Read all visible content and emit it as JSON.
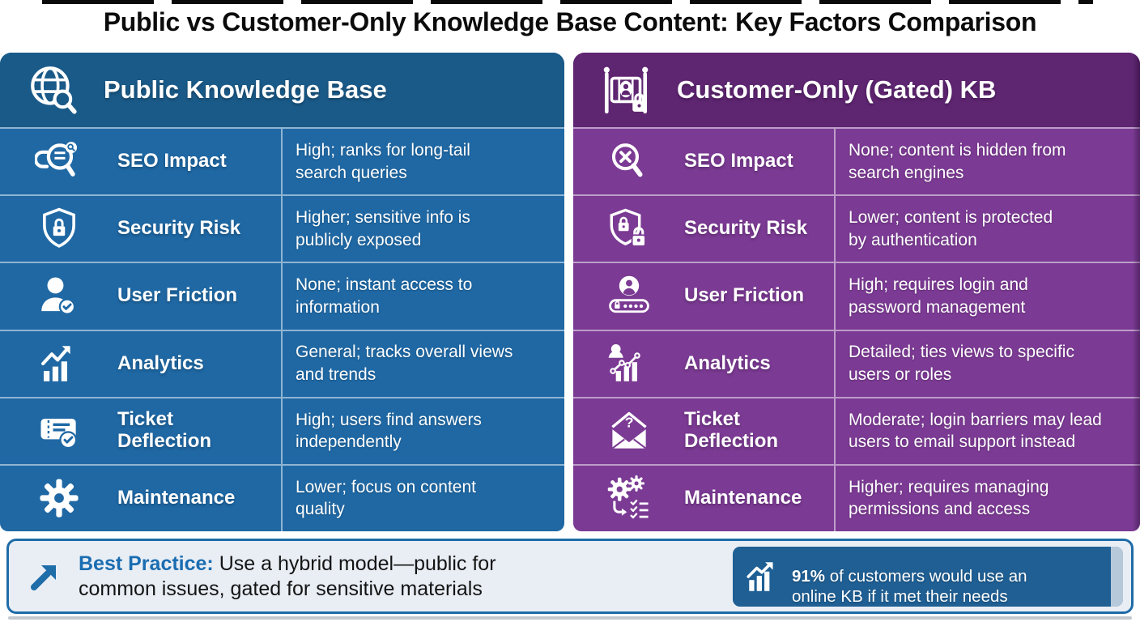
{
  "title": "Public vs Customer-Only Knowledge Base Content: Key Factors Comparison",
  "palette": {
    "left_header_bg": "#1a5a88",
    "left_row_bg": "#1f68a4",
    "right_header_bg": "#5e2571",
    "right_row_bg": "#7b3a93",
    "accent_blue": "#1e6ca8",
    "footer_bg": "#e9eef5",
    "stat_bg": "#1f5f94",
    "text_on_panels": "#ffffff",
    "title_text": "#0b0b0b"
  },
  "left_panel": {
    "title": "Public Knowledge Base",
    "icon": "globe-search-icon",
    "rows": [
      {
        "icon": "search-link-icon",
        "label": "SEO Impact",
        "desc": "High; ranks for long-tail\nsearch queries"
      },
      {
        "icon": "shield-lock-icon",
        "label": "Security Risk",
        "desc": "Higher; sensitive info is\npublicly exposed"
      },
      {
        "icon": "user-check-icon",
        "label": "User Friction",
        "desc": "None; instant access to\ninformation"
      },
      {
        "icon": "bar-chart-arrow-icon",
        "label": "Analytics",
        "desc": "General; tracks overall views\nand trends"
      },
      {
        "icon": "ticket-check-icon",
        "label": "Ticket\nDeflection",
        "desc": "High; users find answers\nindependently"
      },
      {
        "icon": "gear-icon",
        "label": "Maintenance",
        "desc": "Lower; focus on content\nquality"
      }
    ]
  },
  "right_panel": {
    "title": "Customer-Only (Gated) KB",
    "icon": "gate-lock-icon",
    "rows": [
      {
        "icon": "search-x-icon",
        "label": "SEO Impact",
        "desc": "None; content is hidden from\nsearch engines"
      },
      {
        "icon": "shield-double-lock-icon",
        "label": "Security Risk",
        "desc": "Lower; content is protected\nby authentication"
      },
      {
        "icon": "user-password-icon",
        "label": "User Friction",
        "desc": "High; requires login and\npassword management"
      },
      {
        "icon": "user-chart-icon",
        "label": "Analytics",
        "desc": "Detailed; ties views to specific\nusers or roles"
      },
      {
        "icon": "mail-question-icon",
        "label": "Ticket\nDeflection",
        "desc": "Moderate; login barriers may lead\nusers to email support instead"
      },
      {
        "icon": "gears-checklist-icon",
        "label": "Maintenance",
        "desc": "Higher; requires managing\npermissions and access"
      }
    ]
  },
  "footer": {
    "icon": "trend-arrow-icon",
    "best_practice_label": "Best Practice:",
    "best_practice_text": " Use a hybrid model—public for\ncommon issues, gated for sensitive materials",
    "stat": {
      "icon": "growth-chart-icon",
      "highlight": "91%",
      "text": " of customers would use an\nonline KB if it met their needs"
    }
  }
}
